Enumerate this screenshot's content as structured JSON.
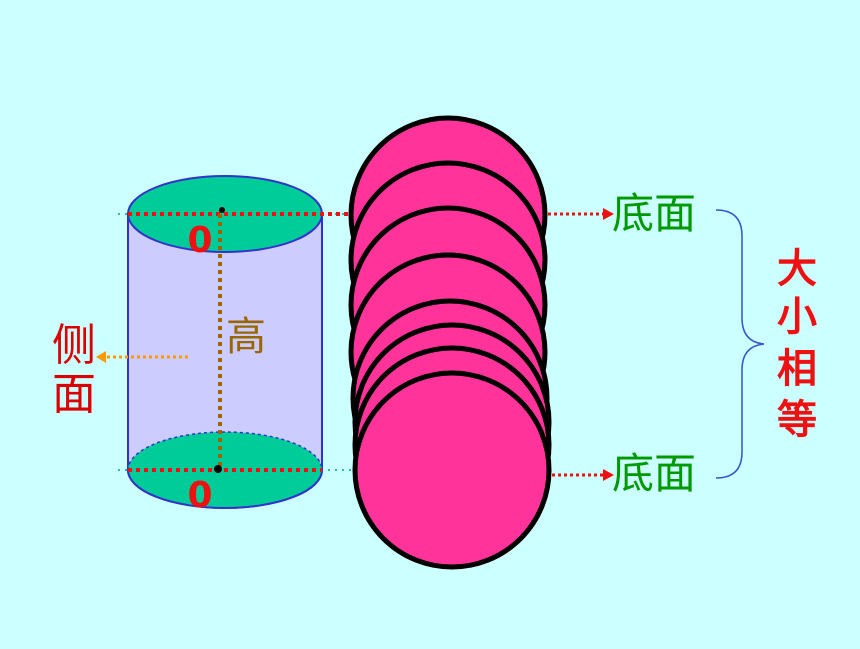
{
  "labels": {
    "side_face": [
      "侧",
      "面"
    ],
    "height": "高",
    "base_top": "底面",
    "base_bottom": "底面",
    "equal_size": [
      "大",
      "小",
      "相",
      "等"
    ],
    "radius_top": "0",
    "radius_bottom": "0"
  },
  "colors": {
    "background": "#ccffff",
    "cylinder_body": "#ccccff",
    "cylinder_outline": "#3333cc",
    "base_fill": "#00cc99",
    "circle_fill": "#ff3399",
    "circle_stroke": "#000000",
    "dotted_red": "#ee1111",
    "dotted_brown": "#996600",
    "arrow_orange": "#ff9900",
    "label_red": "#dd0000",
    "label_green": "#009900",
    "label_brown": "#996600",
    "brace_blue": "#3355cc",
    "guide_teal": "#33bbaa"
  },
  "stack": {
    "circle_count": 8
  }
}
